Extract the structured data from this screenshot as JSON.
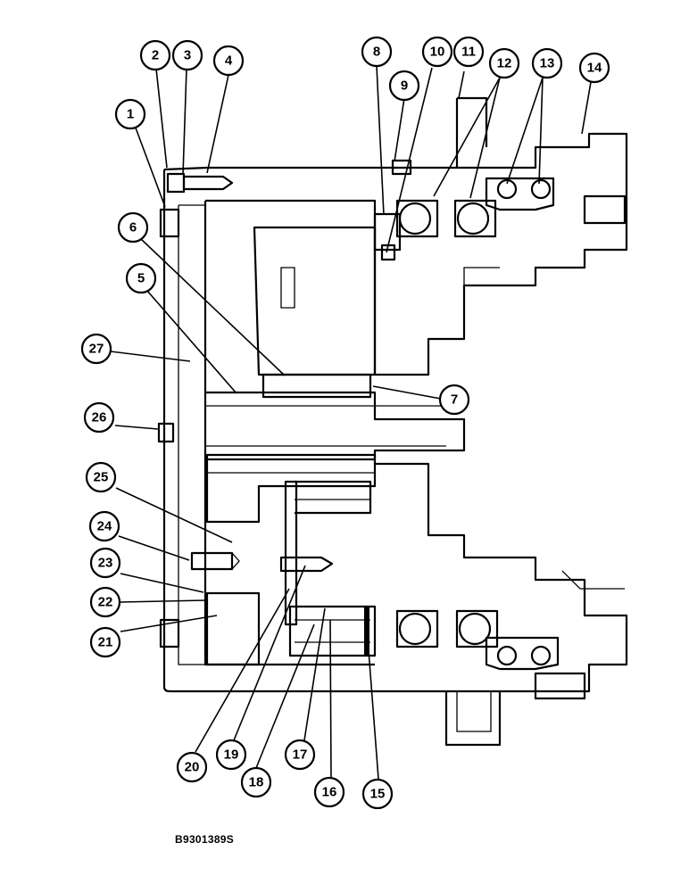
{
  "drawing_code": "B9301389S",
  "callouts": [
    "1",
    "2",
    "3",
    "4",
    "5",
    "6",
    "7",
    "8",
    "9",
    "10",
    "11",
    "12",
    "13",
    "14",
    "15",
    "16",
    "17",
    "18",
    "19",
    "20",
    "21",
    "22",
    "23",
    "24",
    "25",
    "26",
    "27"
  ],
  "colors": {
    "line": "#000000",
    "background": "#ffffff"
  }
}
